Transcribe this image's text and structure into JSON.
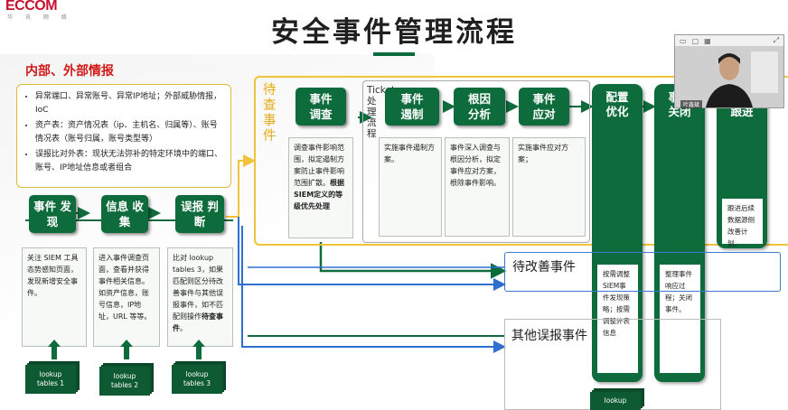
{
  "logo": {
    "text": "ECCOM",
    "sub": "华 讯 网 络"
  },
  "title": "安全事件管理流程",
  "intel": {
    "title": "内部、外部情报",
    "items": [
      "异常端口、异常账号、异常IP地址；外部威胁情报，IoC",
      "资产表：资产情况表（ip、主机名、归属等）、账号情况表（账号归属，账号类型等）",
      "误报比对外表：现状无法弥补的特定环境中的端口、账号、IP地址信息或者组合"
    ]
  },
  "steps": [
    {
      "label": "事件\n发现",
      "desc": "关注 SIEM 工具态势感知页面，发现新增安全事件。",
      "tray": "lookup\ntables 1"
    },
    {
      "label": "信息\n收集",
      "desc": "进入事件调查页面，查看并获得事件相关信息。如资产信息，账号信息，IP地址，URL 等等。",
      "tray": "lookup\ntables 2"
    },
    {
      "label": "误报\n判断",
      "desc_pre": "比对 lookup tables 3，如果匹配则区分待改善事件与其他误报事件，如不匹配则操作",
      "desc_bold": "待查事件",
      "desc_post": "。",
      "tray": "lookup\ntables 3"
    }
  ],
  "pending": {
    "label": "待查事件",
    "tickets_label": "Tickets处理流程"
  },
  "investigate": {
    "label": "事件\n调查",
    "desc": "调查事件影响范围，拟定遏制方案防止事件影响范围扩散。",
    "desc_bold": "根据SIEM定义的等级优先处理"
  },
  "contain": {
    "label": "事件\n遏制",
    "desc": "实施事件遏制方案。"
  },
  "root_cause": {
    "label": "根因\n分析",
    "desc": "事件深入调查与根因分析，拟定事件应对方案，根除事件影响。"
  },
  "response": {
    "label": "事件\n应对",
    "desc": "实施事件应对方案；"
  },
  "optimize": {
    "label": "配置\n优化",
    "desc": "按需调整 SIEM事件发现策略；按需调整外表信息"
  },
  "close": {
    "label": "事件\n关闭",
    "desc": "整理事件响应过程；关闭事件。"
  },
  "follow": {
    "label": "跟进",
    "desc": "跟进后续数据源侧改善计划。"
  },
  "improve_label": "待改善事件",
  "other_label": "其他误报事件",
  "bottom_tray": "lookup",
  "video": {
    "name": "叶鑫斌"
  },
  "colors": {
    "green": "#0e6b3c",
    "accent_red": "#d11a1a",
    "pending_gold": "#f2c23a",
    "arrow_blue": "#2f6fd0",
    "arrow_green": "#0e6b3c"
  }
}
